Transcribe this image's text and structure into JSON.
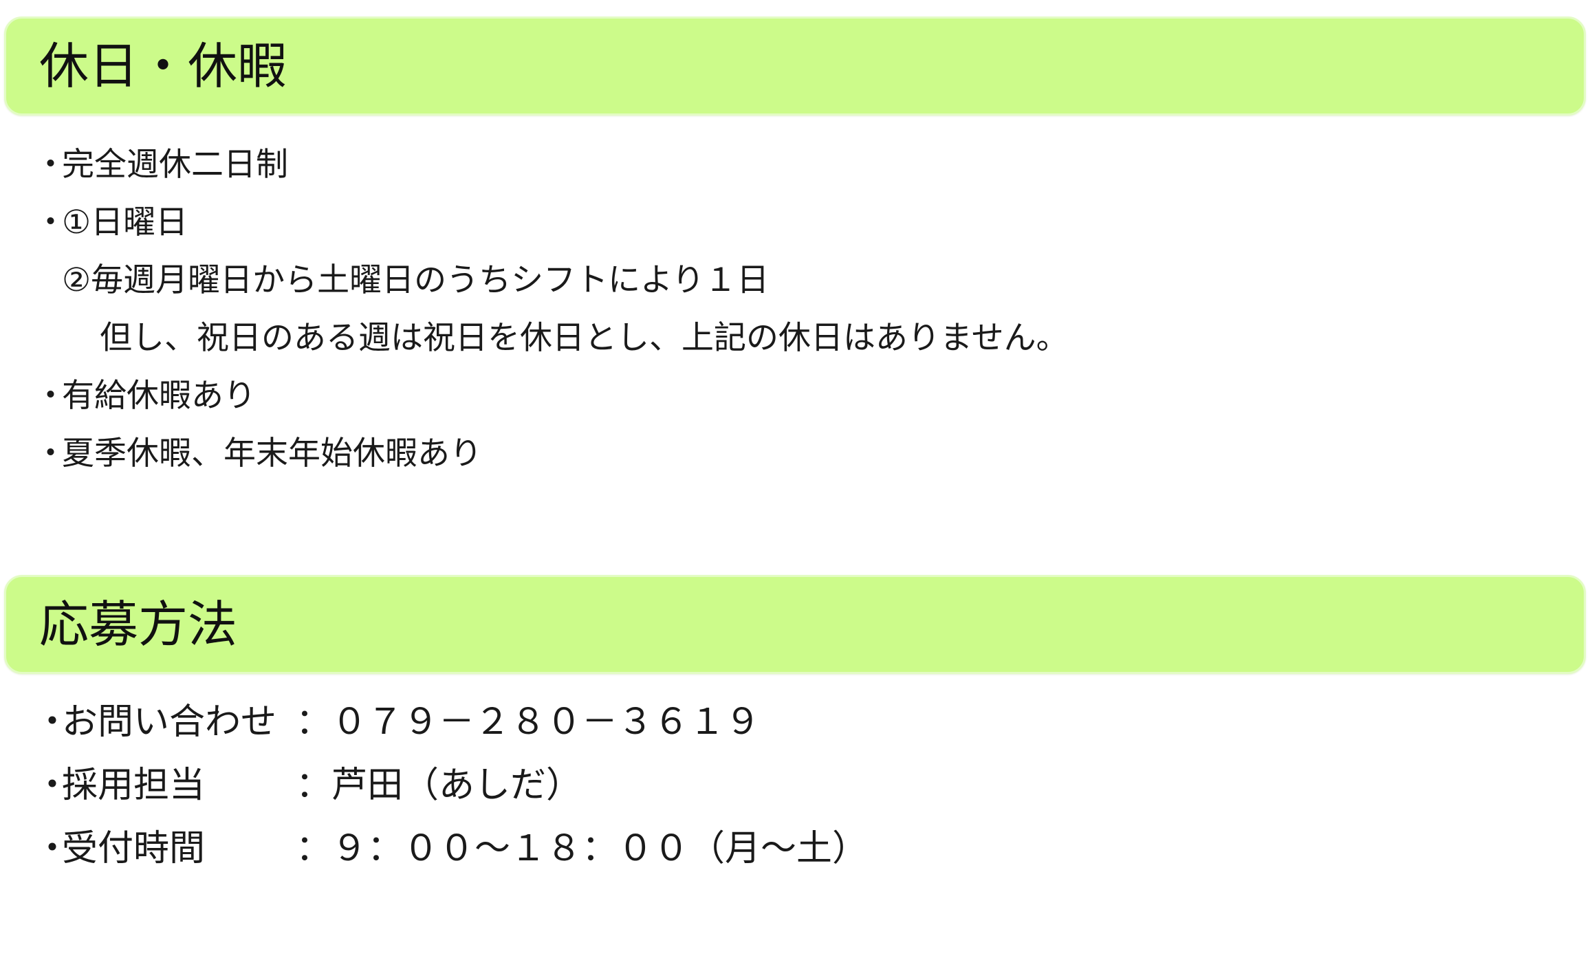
{
  "holidays": {
    "title": "休日・休暇",
    "items": [
      {
        "bullet": "・",
        "text": "完全週休二日制"
      },
      {
        "bullet": "・",
        "text": "①日曜日"
      },
      {
        "bullet": "",
        "text": "②毎週月曜日から土曜日のうちシフトにより１日"
      },
      {
        "bullet": "",
        "text": "但し、祝日のある週は祝日を休日とし、上記の休日はありません。"
      },
      {
        "bullet": "・",
        "text": "有給休暇あり"
      },
      {
        "bullet": "・",
        "text": "夏季休暇、年末年始休暇あり"
      }
    ]
  },
  "application": {
    "title": "応募方法",
    "rows": [
      {
        "bullet": "・",
        "label": "お問い合わせ",
        "value": "：０７９－２８０－３６１９"
      },
      {
        "bullet": "・",
        "label": "採用担当",
        "value": "：芦田（あしだ）"
      },
      {
        "bullet": "・",
        "label": "受付時間",
        "value": "：９：００～１８：００（月～土）"
      }
    ]
  },
  "colors": {
    "header_fill": "#ccfb8a",
    "header_border": "#e3fcc4",
    "text": "#1a1a1a"
  }
}
